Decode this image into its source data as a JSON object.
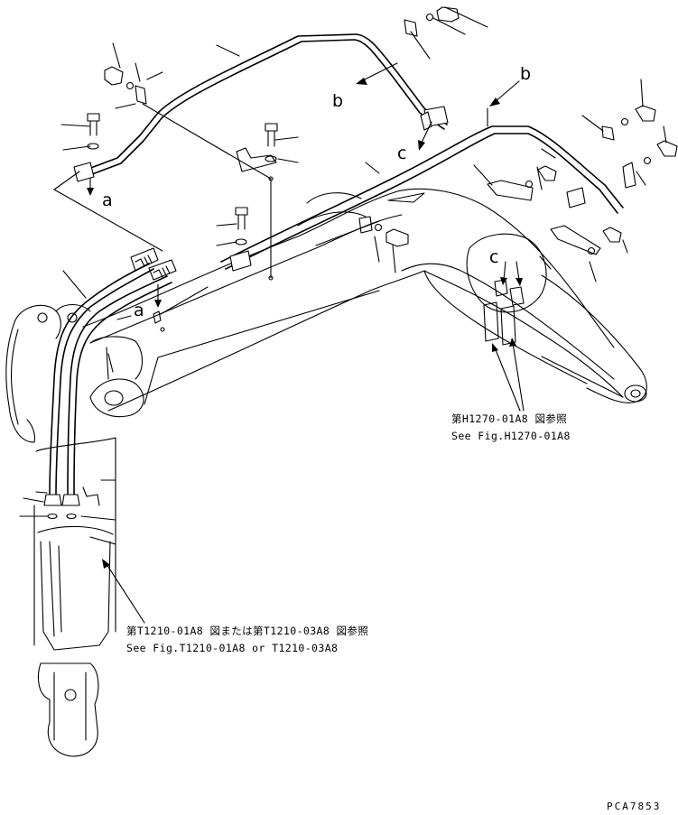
{
  "labels": {
    "a_top": "a",
    "a_mid": "a",
    "b_top": "b",
    "b_right": "b",
    "c_mid": "c",
    "c_right": "c"
  },
  "references": {
    "arm_ref_jp": "第H1270-01A8 図参照",
    "arm_ref_en": "See Fig.H1270-01A8",
    "bucket_ref_jp": "第T1210-01A8 図または第T1210-03A8 図参照",
    "bucket_ref_en": "See Fig.T1210-01A8  or  T1210-03A8"
  },
  "drawing_code": "PCA7853"
}
